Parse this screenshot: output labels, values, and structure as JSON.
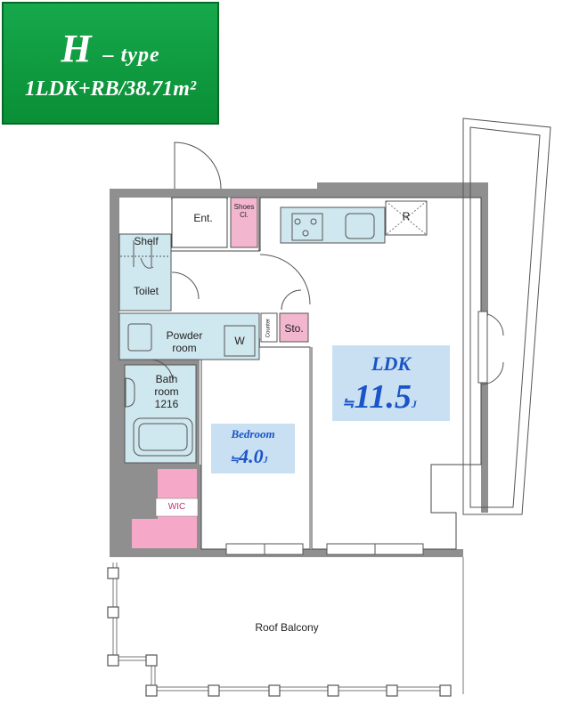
{
  "header": {
    "type_letter": "H",
    "type_word": "– type",
    "spec": "1LDK+RB/38.71m²"
  },
  "rooms": {
    "ent": "Ent.",
    "shoes_line1": "Shoes",
    "shoes_line2": "Cl.",
    "refrigerator": "R",
    "shelf": "Shelf",
    "toilet": "Toilet",
    "powder_line1": "Powder",
    "powder_line2": "room",
    "washer": "W",
    "counter": "Counter",
    "storage": "Sto.",
    "bath_line1": "Bath",
    "bath_line2": "room",
    "bath_line3": "1216",
    "wic": "WIC",
    "balcony": "Roof Balcony"
  },
  "ldk": {
    "label": "LDK",
    "approx": "≒",
    "size": "11.5",
    "unit": "J"
  },
  "bedroom": {
    "label": "Bedroom",
    "approx": "≒",
    "size": "4.0",
    "unit": "J"
  }
}
